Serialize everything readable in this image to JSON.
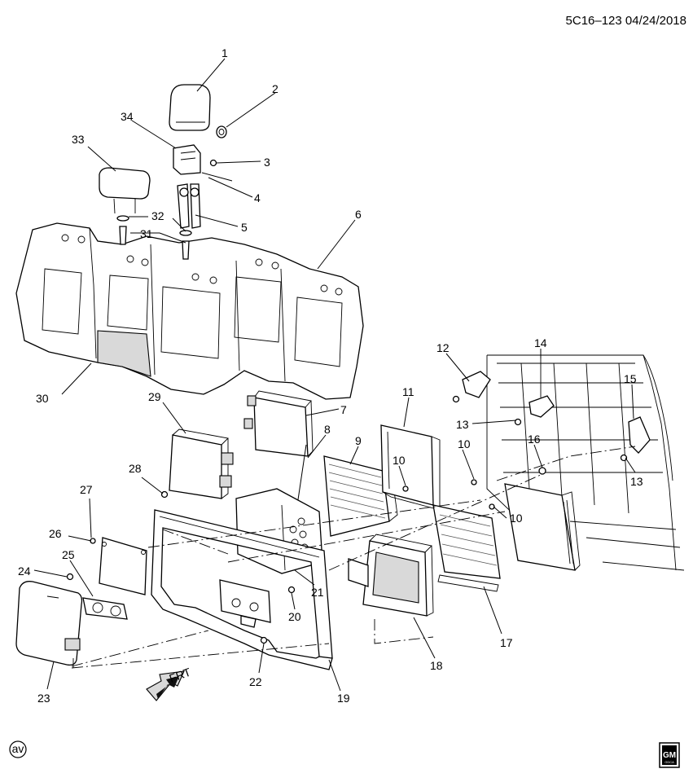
{
  "header": {
    "drawing_id": "5C16–123",
    "date": "04/24/2018"
  },
  "callouts": [
    {
      "id": "c1",
      "text": "1"
    },
    {
      "id": "c2",
      "text": "2"
    },
    {
      "id": "c3",
      "text": "3"
    },
    {
      "id": "c4",
      "text": "4"
    },
    {
      "id": "c5",
      "text": "5"
    },
    {
      "id": "c6",
      "text": "6"
    },
    {
      "id": "c7",
      "text": "7"
    },
    {
      "id": "c8",
      "text": "8"
    },
    {
      "id": "c9",
      "text": "9"
    },
    {
      "id": "c10a",
      "text": "10"
    },
    {
      "id": "c10b",
      "text": "10"
    },
    {
      "id": "c10c",
      "text": "10"
    },
    {
      "id": "c11",
      "text": "11"
    },
    {
      "id": "c12",
      "text": "12"
    },
    {
      "id": "c13a",
      "text": "13"
    },
    {
      "id": "c13b",
      "text": "13"
    },
    {
      "id": "c14",
      "text": "14"
    },
    {
      "id": "c15",
      "text": "15"
    },
    {
      "id": "c16",
      "text": "16"
    },
    {
      "id": "c17",
      "text": "17"
    },
    {
      "id": "c18",
      "text": "18"
    },
    {
      "id": "c19",
      "text": "19"
    },
    {
      "id": "c20",
      "text": "20"
    },
    {
      "id": "c21",
      "text": "21"
    },
    {
      "id": "c22",
      "text": "22"
    },
    {
      "id": "c23",
      "text": "23"
    },
    {
      "id": "c24",
      "text": "24"
    },
    {
      "id": "c25",
      "text": "25"
    },
    {
      "id": "c26",
      "text": "26"
    },
    {
      "id": "c27",
      "text": "27"
    },
    {
      "id": "c28",
      "text": "28"
    },
    {
      "id": "c29",
      "text": "29"
    },
    {
      "id": "c30",
      "text": "30"
    },
    {
      "id": "c31",
      "text": "31"
    },
    {
      "id": "c32",
      "text": "32"
    },
    {
      "id": "c33",
      "text": "33"
    },
    {
      "id": "c34",
      "text": "34"
    }
  ],
  "front_arrow": {
    "text": "FRT"
  },
  "corner_mark": {
    "text": "av"
  },
  "logo": {
    "text": "GM",
    "sub": "GDCA"
  }
}
